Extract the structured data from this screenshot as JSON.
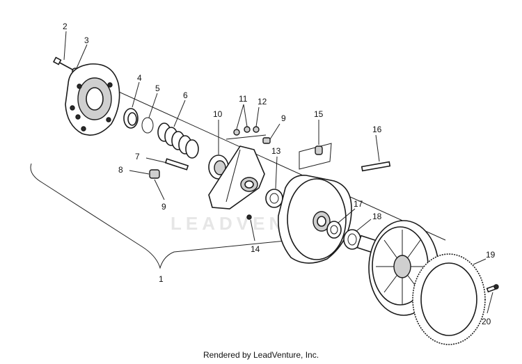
{
  "watermark": "LEADVENTURE",
  "footer_text": "Rendered by LeadVenture, Inc.",
  "callouts": {
    "c1": "1",
    "c2": "2",
    "c3": "3",
    "c4": "4",
    "c5": "5",
    "c6": "6",
    "c7": "7",
    "c8": "8",
    "c9a": "9",
    "c9b": "9",
    "c10": "10",
    "c11": "11",
    "c12": "12",
    "c13": "13",
    "c14": "14",
    "c15": "15",
    "c16": "16",
    "c17": "17",
    "c18": "18",
    "c19": "19",
    "c20": "20"
  }
}
